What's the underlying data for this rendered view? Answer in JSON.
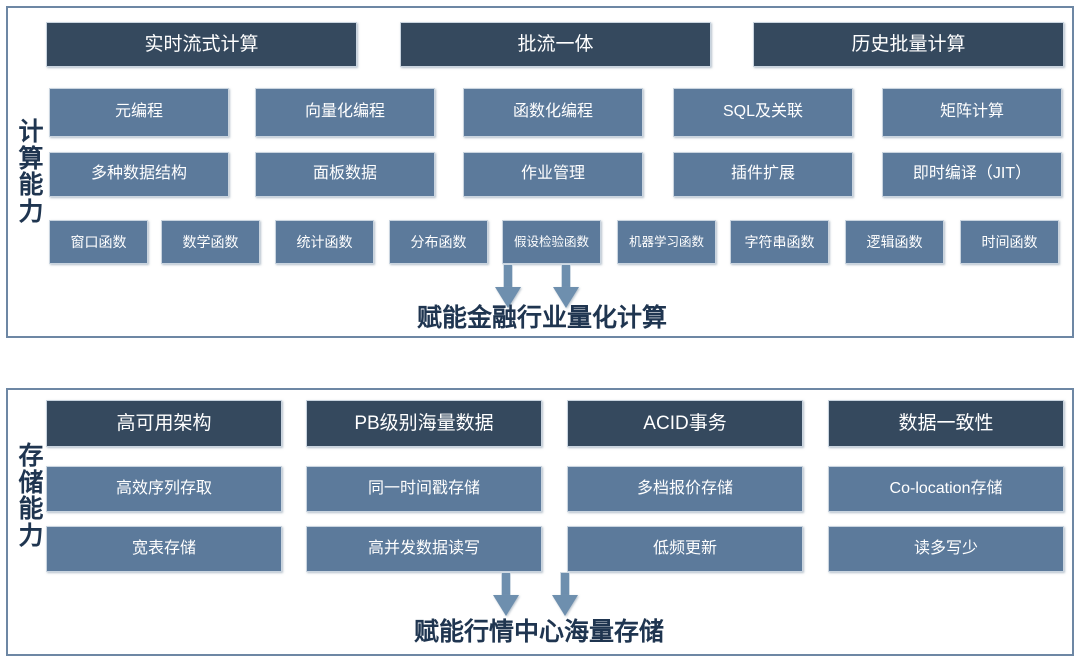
{
  "diagram": {
    "title_compute_panel": "计算能力",
    "title_storage_panel": "存储能力"
  },
  "compute": {
    "side_label_chars": [
      "计",
      "算",
      "能",
      "力"
    ],
    "headers": [
      {
        "label": "实时流式计算"
      },
      {
        "label": "批流一体"
      },
      {
        "label": "历史批量计算"
      }
    ],
    "row1": [
      {
        "label": "元编程"
      },
      {
        "label": "向量化编程"
      },
      {
        "label": "函数化编程"
      },
      {
        "label": "SQL及关联"
      },
      {
        "label": "矩阵计算"
      }
    ],
    "row2": [
      {
        "label": "多种数据结构"
      },
      {
        "label": "面板数据"
      },
      {
        "label": "作业管理"
      },
      {
        "label": "插件扩展"
      },
      {
        "label": "即时编译（JIT）"
      }
    ],
    "row3": [
      {
        "label": "窗口函数"
      },
      {
        "label": "数学函数"
      },
      {
        "label": "统计函数"
      },
      {
        "label": "分布函数"
      },
      {
        "label": "假设检验函数"
      },
      {
        "label": "机器学习函数"
      },
      {
        "label": "字符串函数"
      },
      {
        "label": "逻辑函数"
      },
      {
        "label": "时间函数"
      }
    ],
    "caption": "赋能金融行业量化计算"
  },
  "storage": {
    "side_label_chars": [
      "存",
      "储",
      "能",
      "力"
    ],
    "headers": [
      {
        "label": "高可用架构"
      },
      {
        "label": "PB级别海量数据"
      },
      {
        "label": "ACID事务"
      },
      {
        "label": "数据一致性"
      }
    ],
    "row1": [
      {
        "label": "高效序列存取"
      },
      {
        "label": "同一时间戳存储"
      },
      {
        "label": "多档报价存储"
      },
      {
        "label": "Co-location存储"
      }
    ],
    "row2": [
      {
        "label": "宽表存储"
      },
      {
        "label": "高并发数据读写"
      },
      {
        "label": "低频更新"
      },
      {
        "label": "读多写少"
      }
    ],
    "caption": "赋能行情中心海量存储"
  },
  "colors": {
    "dark_box": "#35495e",
    "mid_box": "#5c7a9b",
    "panel_border": "#6d87a4",
    "arrow": "#6e8fae",
    "caption_text": "#1f3550",
    "background": "#ffffff"
  }
}
